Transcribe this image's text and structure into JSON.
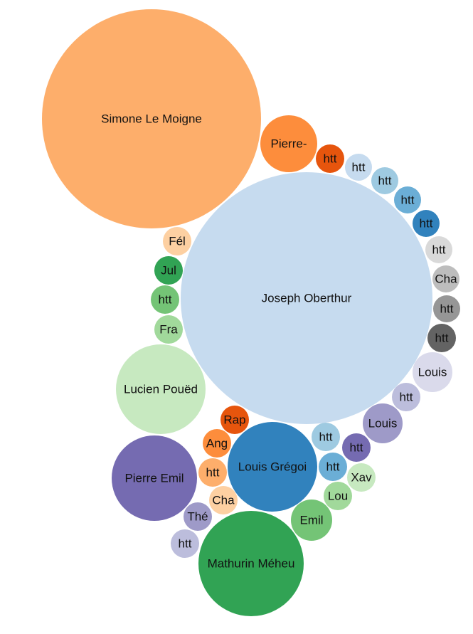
{
  "chart_data": {
    "type": "bubble",
    "nodes": [
      {
        "label": "Simone Le Moigne",
        "value": 23716,
        "color": "#fdae6b"
      },
      {
        "label": "Joseph Oberthur",
        "value": 31329,
        "color": "#c6dbef"
      },
      {
        "label": "Pierre-",
        "value": 1600,
        "color": "#fd8d3c"
      },
      {
        "label": "htt",
        "value": 400,
        "color": "#e6550d"
      },
      {
        "label": "htt",
        "value": 361,
        "color": "#c6dbef"
      },
      {
        "label": "htt",
        "value": 361,
        "color": "#9ecae1"
      },
      {
        "label": "htt",
        "value": 361,
        "color": "#6baed6"
      },
      {
        "label": "htt",
        "value": 361,
        "color": "#3182bd"
      },
      {
        "label": "htt",
        "value": 361,
        "color": "#d9d9d9"
      },
      {
        "label": "Cha",
        "value": 361,
        "color": "#bdbdbd"
      },
      {
        "label": "htt",
        "value": 361,
        "color": "#969696"
      },
      {
        "label": "htt",
        "value": 400,
        "color": "#636363"
      },
      {
        "label": "Louis",
        "value": 784,
        "color": "#dadaeb"
      },
      {
        "label": "htt",
        "value": 400,
        "color": "#bcbddc"
      },
      {
        "label": "Louis",
        "value": 784,
        "color": "#9e9ac8"
      },
      {
        "label": "htt",
        "value": 400,
        "color": "#756bb1"
      },
      {
        "label": "Xav",
        "value": 400,
        "color": "#c7e9c0"
      },
      {
        "label": "Lou",
        "value": 400,
        "color": "#a1d99b"
      },
      {
        "label": "Emil",
        "value": 841,
        "color": "#74c476"
      },
      {
        "label": "htt",
        "value": 400,
        "color": "#6baed6"
      },
      {
        "label": "htt",
        "value": 400,
        "color": "#9ecae1"
      },
      {
        "label": "Louis Grégoi",
        "value": 3969,
        "color": "#3182bd"
      },
      {
        "label": "Mathurin Méheu",
        "value": 5476,
        "color": "#31a354"
      },
      {
        "label": "Rap",
        "value": 400,
        "color": "#e6550d"
      },
      {
        "label": "Ang",
        "value": 400,
        "color": "#fd8d3c"
      },
      {
        "label": "htt",
        "value": 400,
        "color": "#fdae6b"
      },
      {
        "label": "Cha",
        "value": 400,
        "color": "#fdd0a2"
      },
      {
        "label": "Thé",
        "value": 400,
        "color": "#9e9ac8"
      },
      {
        "label": "htt",
        "value": 400,
        "color": "#bcbddc"
      },
      {
        "label": "Pierre Emil",
        "value": 3600,
        "color": "#756bb1"
      },
      {
        "label": "Lucien Pouëd",
        "value": 3969,
        "color": "#c7e9c0"
      },
      {
        "label": "Fra",
        "value": 400,
        "color": "#a1d99b"
      },
      {
        "label": "htt",
        "value": 400,
        "color": "#74c476"
      },
      {
        "label": "Jul",
        "value": 400,
        "color": "#31a354"
      },
      {
        "label": "Fél",
        "value": 400,
        "color": "#fdd0a2"
      }
    ]
  }
}
